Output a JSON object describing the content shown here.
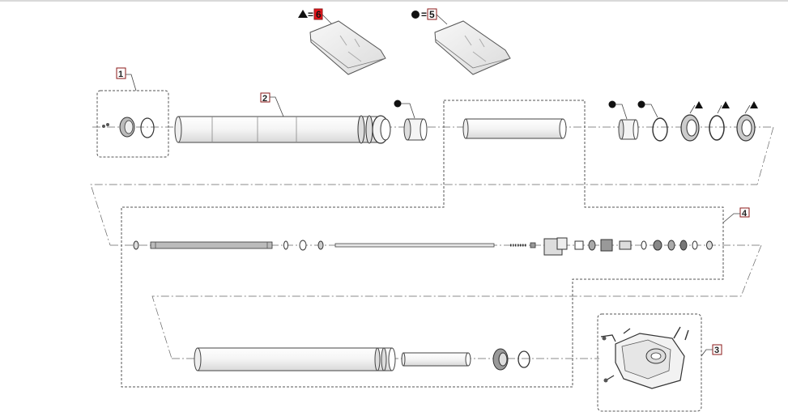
{
  "diagram": {
    "legend": [
      {
        "symbol": "triangle",
        "equals": "=",
        "number": "6",
        "highlighted": true
      },
      {
        "symbol": "circle",
        "equals": "=",
        "number": "5",
        "highlighted": false
      }
    ],
    "callouts": [
      {
        "id": "1",
        "label": "1"
      },
      {
        "id": "2",
        "label": "2"
      },
      {
        "id": "3",
        "label": "3"
      },
      {
        "id": "4",
        "label": "4"
      }
    ],
    "colors": {
      "line": "#444444",
      "highlight": "#e8141b",
      "callout_border": "#8b1a1a",
      "part_fill": "#f2f2f2"
    }
  }
}
